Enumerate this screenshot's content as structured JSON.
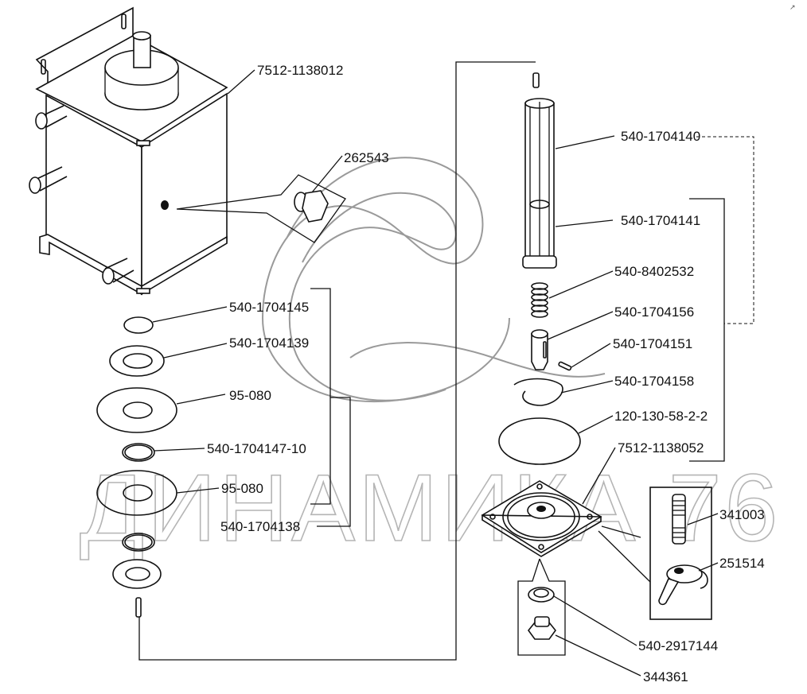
{
  "diagram": {
    "title": "Exploded parts diagram — tank and filter assembly",
    "watermark": "ДИНАМИКА 76",
    "corner_mark": "↗",
    "colors": {
      "line": "#111111",
      "watermark": "#b5b5b5",
      "background": "#ffffff"
    },
    "left_column": {
      "tank_label": "7512-1138012",
      "plug_label": "262543",
      "ring_1": "540-1704145",
      "washer_1": "540-1704139",
      "disc_1": "95-080",
      "ring_2": "540-1704147-10",
      "disc_2": "95-080",
      "group_label": "540-1704138"
    },
    "right_column": {
      "filter_assembly": "540-1704140",
      "filter_element": "540-1704141",
      "spring": "540-8402532",
      "valve": "540-1704156",
      "pin": "540-1704151",
      "circlip": "540-1704158",
      "o_ring": "120-130-58-2-2",
      "cover": "7512-1138052",
      "stud": "341003",
      "wing_nut": "251514",
      "washer": "540-2917144",
      "drain_plug": "344361"
    }
  }
}
